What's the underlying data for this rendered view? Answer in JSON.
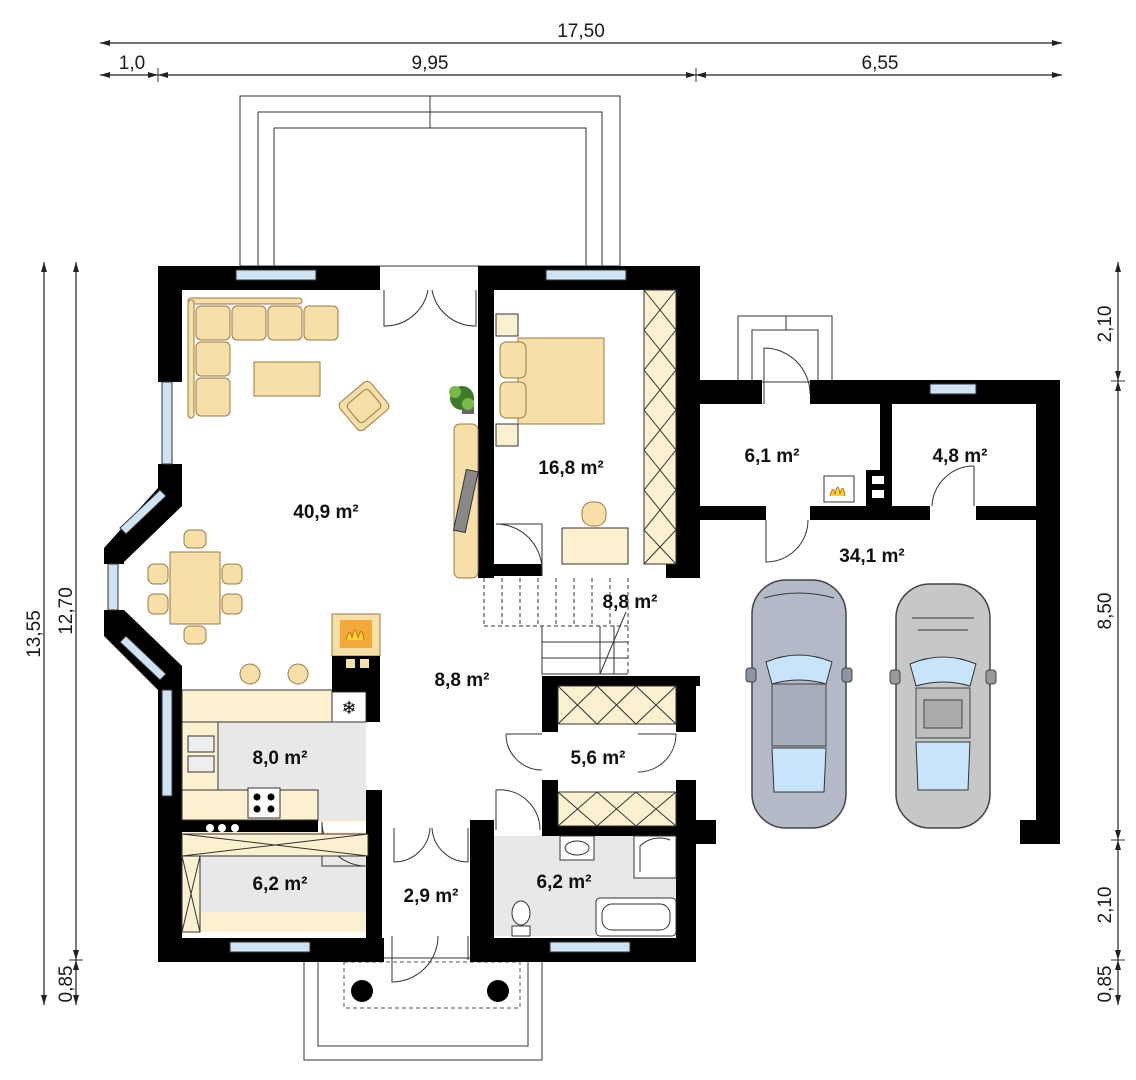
{
  "dimensions": {
    "top_total": "17,50",
    "top_left": "1,0",
    "top_mid": "9,95",
    "top_right": "6,55",
    "left_outer": "13,55",
    "left_inner": "12,70",
    "left_bottom": "0,85",
    "right_top": "2,10",
    "right_mid": "8,50",
    "right_low": "2,10",
    "right_bottom": "0,85"
  },
  "rooms": {
    "living": "40,9 m²",
    "bedroom": "16,8 m²",
    "stairs": "8,8 m²",
    "hall": "8,8 m²",
    "kitchen": "8,0 m²",
    "pantry": "6,2 m²",
    "vestibule": "2,9 m²",
    "bathroom": "6,2 m²",
    "wardrobe": "5,6 m²",
    "boiler": "6,1 m²",
    "storage": "4,8 m²",
    "garage": "34,1 m²"
  }
}
